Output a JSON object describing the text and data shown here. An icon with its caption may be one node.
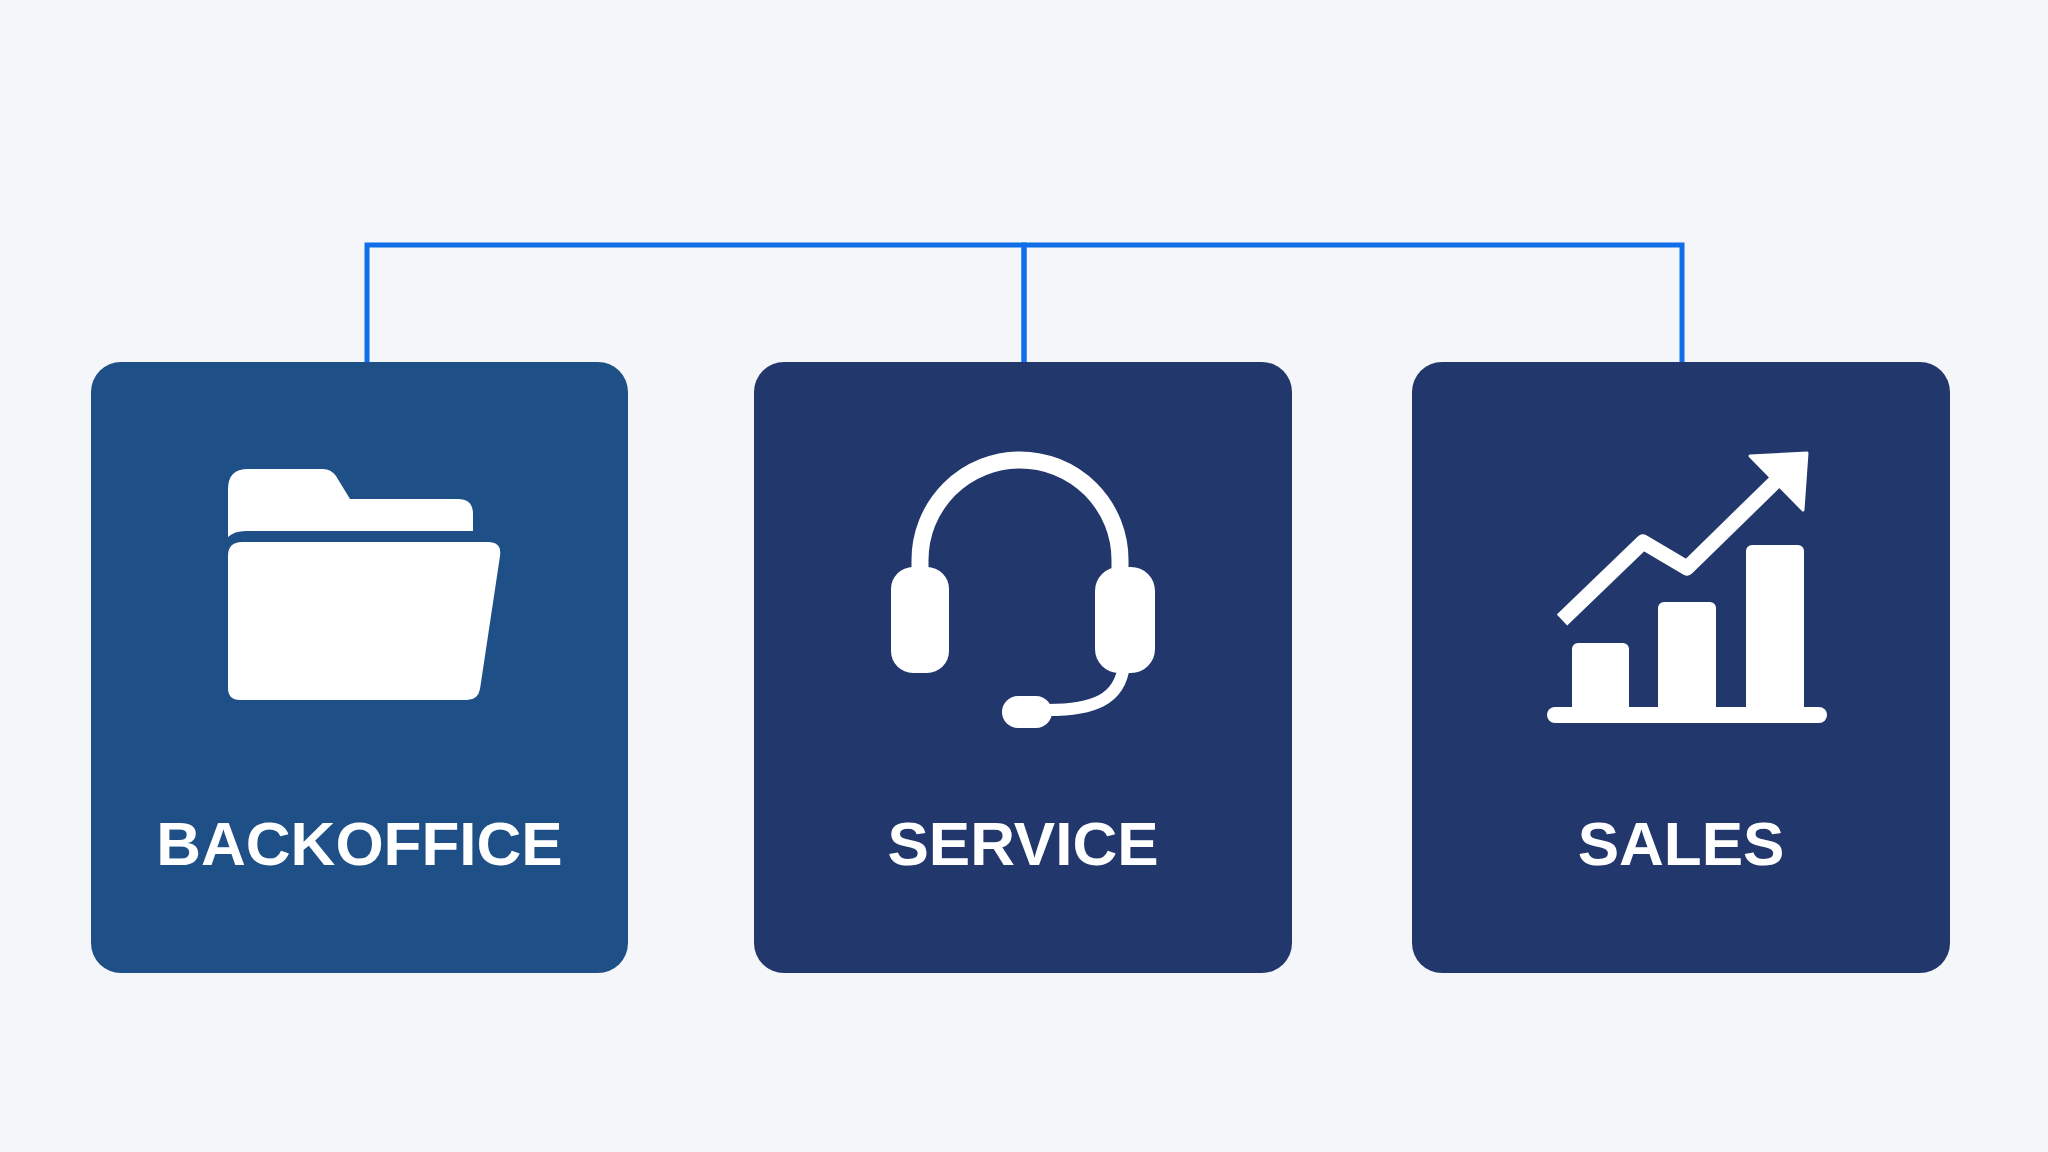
{
  "diagram": {
    "nodes": [
      {
        "text": [
          "BACKOFFICE"
        ]
      },
      {
        "text": [
          "SERVICE"
        ]
      },
      {
        "text": [
          "SALES"
        ]
      }
    ],
    "edges": [
      {
        "from": 0,
        "to": 1,
        "arrow": "none"
      },
      {
        "from": 1,
        "to": 2,
        "arrow": "none"
      }
    ]
  }
}
